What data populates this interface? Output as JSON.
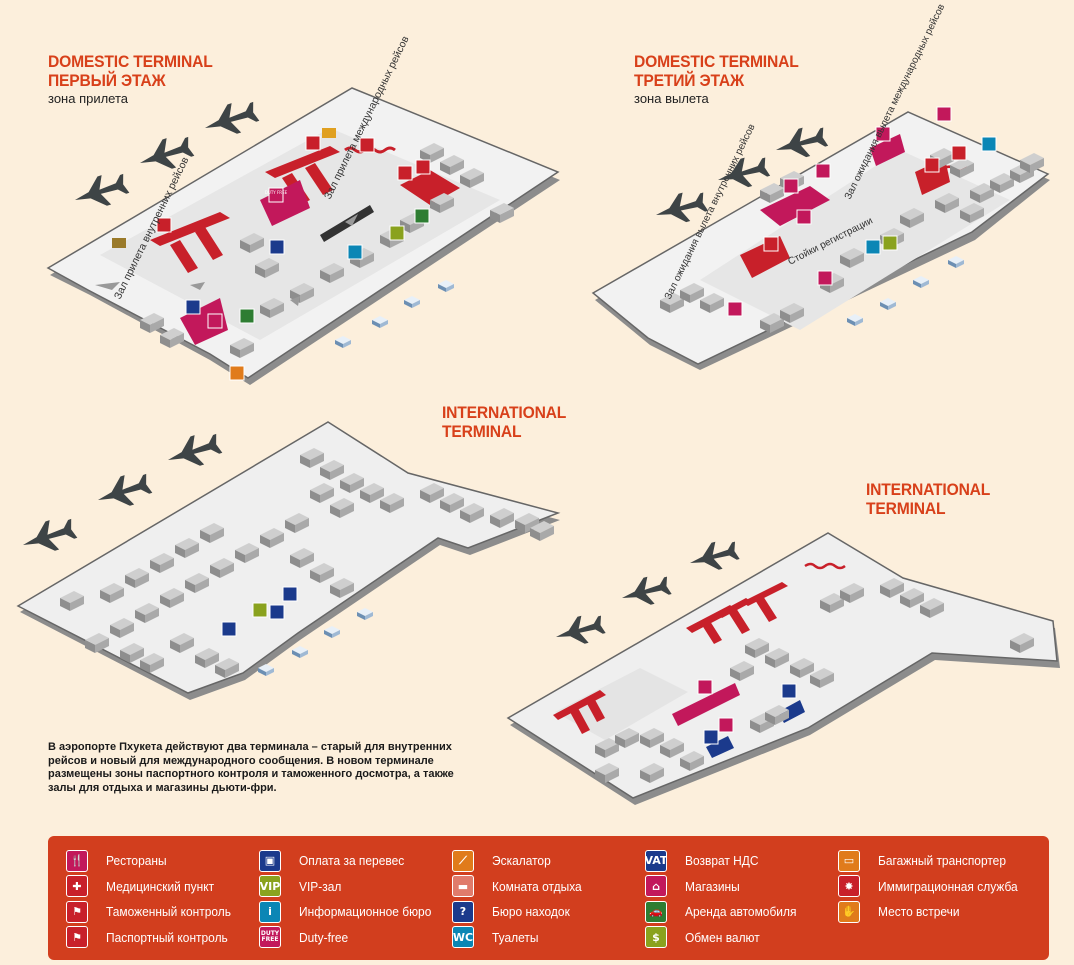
{
  "colors": {
    "background": "#fcefdc",
    "title": "#d8401a",
    "legend_bg": "#d23e1e",
    "red": "#c8202a",
    "magenta": "#c2185b",
    "navy": "#1b3a8c",
    "green": "#2e7d32",
    "teal": "#0b86b5",
    "olive": "#8aa21e",
    "orange": "#e07b1b",
    "gray_block": "#a9a9a9"
  },
  "domestic_1": {
    "title_line1": "DOMESTIC TERMINAL",
    "title_line2": "ПЕРВЫЙ ЭТАЖ",
    "subtitle": "зона прилета",
    "label_domestic_arrivals": "Зал прилета внутренних рейсов",
    "label_intl_arrivals": "Зал прилета международных рейсов"
  },
  "domestic_3": {
    "title_line1": "DOMESTIC TERMINAL",
    "title_line2": "ТРЕТИЙ ЭТАЖ",
    "subtitle": "зона вылета",
    "label_domestic_waiting": "Зал ожидания вылета внутренних рейсов",
    "label_intl_waiting": "Зал ожидания вылета международных рейсов",
    "label_checkin": "Стойки регистрации"
  },
  "international_left": {
    "title_line1": "INTERNATIONAL",
    "title_line2": "TERMINAL"
  },
  "international_right": {
    "title_line1": "INTERNATIONAL",
    "title_line2": "TERMINAL"
  },
  "description": "В аэропорте Пхукета действуют два терминала – старый для внутренних рейсов и новый для международного сообщения. В новом терминале размещены зоны паспортного контроля и таможенного досмотра, а также залы для отдыха и магазины дьюти-фри.",
  "legend": [
    {
      "icon": "restaurant-icon",
      "glyph": "🍴",
      "label": "Рестораны",
      "color": "#c2185b"
    },
    {
      "icon": "medical-icon",
      "glyph": "✚",
      "label": "Медицинский пункт",
      "color": "#c8202a"
    },
    {
      "icon": "customs-icon",
      "glyph": "⚑",
      "label": "Таможенный контроль",
      "color": "#c8202a"
    },
    {
      "icon": "passport-icon",
      "glyph": "⚑",
      "label": "Паспортный контроль",
      "color": "#c8202a"
    },
    {
      "icon": "excess-baggage-icon",
      "glyph": "▣",
      "label": "Оплата за перевес",
      "color": "#1b3a8c"
    },
    {
      "icon": "vip-icon",
      "glyph": "VIP",
      "label": "VIP-зал",
      "color": "#8aa21e"
    },
    {
      "icon": "info-icon",
      "glyph": "i",
      "label": "Информационное бюро",
      "color": "#0b86b5"
    },
    {
      "icon": "duty-free-icon",
      "glyph": "DUTY FREE",
      "label": "Duty-free",
      "color": "#c2185b"
    },
    {
      "icon": "escalator-icon",
      "glyph": "⟋",
      "label": "Эскалатор",
      "color": "#e07b1b"
    },
    {
      "icon": "rest-room-icon",
      "glyph": "▬",
      "label": "Комната отдыха",
      "color": "#e07b6b"
    },
    {
      "icon": "lost-found-icon",
      "glyph": "?",
      "label": "Бюро находок",
      "color": "#1b3a8c"
    },
    {
      "icon": "wc-icon",
      "glyph": "WC",
      "label": "Туалеты",
      "color": "#0b86b5"
    },
    {
      "icon": "vat-icon",
      "glyph": "VAT",
      "label": "Возврат НДС",
      "color": "#1b3a8c"
    },
    {
      "icon": "shop-icon",
      "glyph": "⌂",
      "label": "Магазины",
      "color": "#c2185b"
    },
    {
      "icon": "car-rent-icon",
      "glyph": "🚗",
      "label": "Аренда автомобиля",
      "color": "#2e7d32"
    },
    {
      "icon": "exchange-icon",
      "glyph": "$",
      "label": "Обмен валют",
      "color": "#8aa21e"
    },
    {
      "icon": "baggage-icon",
      "glyph": "▭",
      "label": "Багажный транспортер",
      "color": "#e07b1b"
    },
    {
      "icon": "immigration-icon",
      "glyph": "✸",
      "label": "Иммиграционная служба",
      "color": "#c8202a"
    },
    {
      "icon": "meeting-point-icon",
      "glyph": "✋",
      "label": "Место встречи",
      "color": "#e07b1b"
    }
  ],
  "map_icons": {
    "duty_free": "DUTY FREE"
  }
}
